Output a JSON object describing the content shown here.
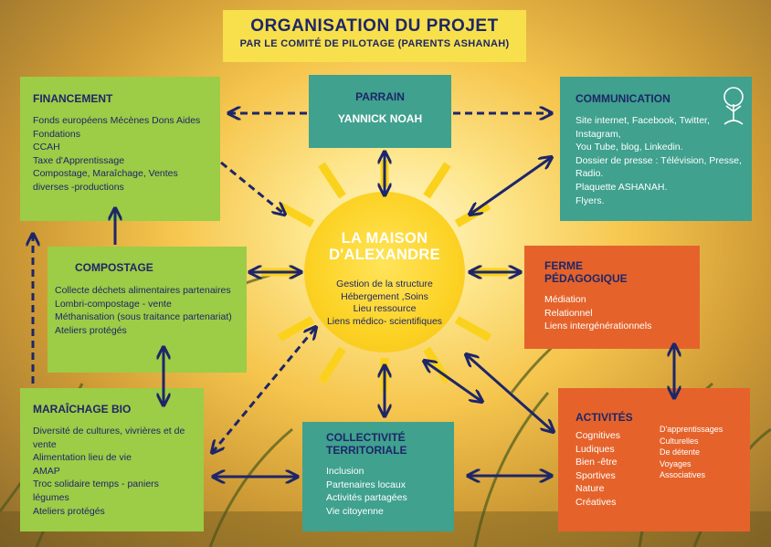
{
  "title": "ORGANISATION DU PROJET",
  "subtitle": "PAR LE COMITÉ DE PILOTAGE (PARENTS ASHANAH)",
  "center": {
    "title_line1": "LA MAISON",
    "title_line2": "D'ALEXANDRE",
    "lines": [
      "Gestion de la structure",
      "Hébergement ,Soins",
      "Lieu ressource",
      "Liens médico- scientifiques"
    ]
  },
  "parrain": {
    "heading": "PARRAIN",
    "name": "YANNICK NOAH"
  },
  "financement": {
    "heading": "FINANCEMENT",
    "items": [
      "Fonds européens  Mécènes  Dons Aides",
      "Fondations",
      "CCAH",
      "Taxe d'Apprentissage",
      "Compostage, Maraîchage, Ventes",
      "diverses -productions"
    ]
  },
  "communication": {
    "heading": "COMMUNICATION",
    "items": [
      "Site internet, Facebook, Twitter,",
      "Instagram,",
      "You Tube, blog, Linkedin.",
      "Dossier de presse : Télévision, Presse,",
      "Radio.",
      "Plaquette ASHANAH.",
      "Flyers."
    ]
  },
  "compostage": {
    "heading": "COMPOSTAGE",
    "items": [
      "Collecte déchets alimentaires partenaires",
      "Lombri-compostage - vente",
      "Méthanisation (sous traitance partenariat)",
      "Ateliers protégés"
    ]
  },
  "ferme": {
    "heading_line1": "FERME",
    "heading_line2": "PÉDAGOGIQUE",
    "items": [
      "Médiation",
      "Relationnel",
      "Liens intergénérationnels"
    ]
  },
  "maraichage": {
    "heading": "MARAÎCHAGE BIO",
    "items": [
      "Diversité  de cultures, vivrières et de",
      "vente",
      "Alimentation lieu de vie",
      "AMAP",
      "Troc  solidaire  temps  -  paniers",
      "légumes",
      "Ateliers protégés"
    ]
  },
  "collectivite": {
    "heading_line1": "COLLECTIVITÉ",
    "heading_line2": "TERRITORIALE",
    "items": [
      "Inclusion",
      "Partenaires locaux",
      "Activités partagées",
      "Vie citoyenne"
    ]
  },
  "activites": {
    "heading": "ACTIVITÉS",
    "col1": [
      "Cognitives",
      "Ludiques",
      "Bien -être",
      "Sportives",
      "Nature",
      "Créatives"
    ],
    "col2": [
      "D'apprentissages",
      "Culturelles",
      "De détente",
      "Voyages",
      "Associatives"
    ]
  },
  "colors": {
    "navy": "#1e2668",
    "green": "#9dcc46",
    "teal": "#3fa18e",
    "orange": "#e5632b",
    "title_yellow": "#f7e04b",
    "sun": "#fcd224"
  },
  "icons": [
    "tree-logo-icon",
    "double-arrow-icon"
  ]
}
